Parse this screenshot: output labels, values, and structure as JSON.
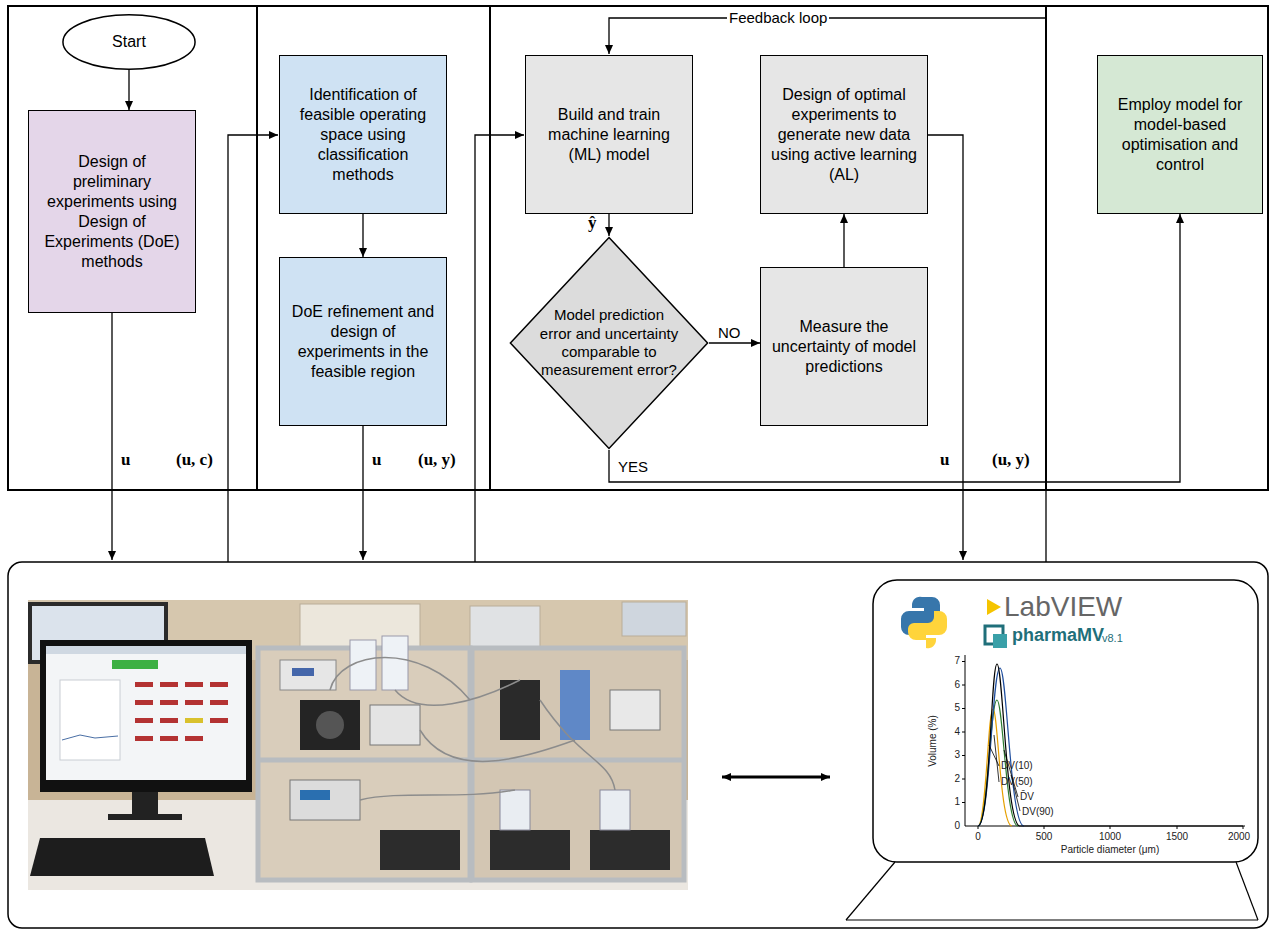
{
  "diagram": {
    "nodes": [
      {
        "text": [
          "Start"
        ]
      },
      {
        "text": [
          "Design of preliminary experiments using Design of Experiments (DoE) methods"
        ]
      },
      {
        "text": [
          "Identification of feasible operating space using classification methods"
        ]
      },
      {
        "text": [
          "DoE refinement and design of experiments in the feasible region"
        ]
      },
      {
        "text": [
          "Build and train machine learning (ML) model"
        ]
      },
      {
        "text": [
          "Model prediction error and uncertainty comparable to measurement error?"
        ]
      },
      {
        "text": [
          "Measure the uncertainty of model predictions"
        ]
      },
      {
        "text": [
          "Design of optimal experiments to generate new data using active learning (AL)"
        ]
      },
      {
        "text": [
          "Employ model for model-based optimisation and control"
        ]
      }
    ],
    "edges": [
      {
        "from": 0,
        "to": 1,
        "arrow": "to"
      },
      {
        "from": 2,
        "to": 3,
        "arrow": "to"
      },
      {
        "from": 4,
        "to": 5,
        "arrow": "to",
        "label": "ŷ"
      },
      {
        "from": 5,
        "to": 6,
        "arrow": "to",
        "label": "NO"
      },
      {
        "from": 6,
        "to": 7,
        "arrow": "to"
      },
      {
        "from": 5,
        "to": 8,
        "arrow": "to",
        "label": "YES"
      }
    ],
    "labels": [
      "Feedback loop",
      "u",
      "(u, c)",
      "u",
      "(u, y)",
      "u",
      "(u, y)",
      "LabVIEW",
      "pharmaMV",
      "v8.1",
      "7",
      "6",
      "5",
      "4",
      "3",
      "2",
      "1",
      "0",
      "Volume (%)",
      "0",
      "500",
      "1000",
      "1500",
      "2000",
      "Particle diameter (μm)",
      "DV(10)",
      "DV(50)",
      "D̄V",
      "DV(90)"
    ]
  }
}
